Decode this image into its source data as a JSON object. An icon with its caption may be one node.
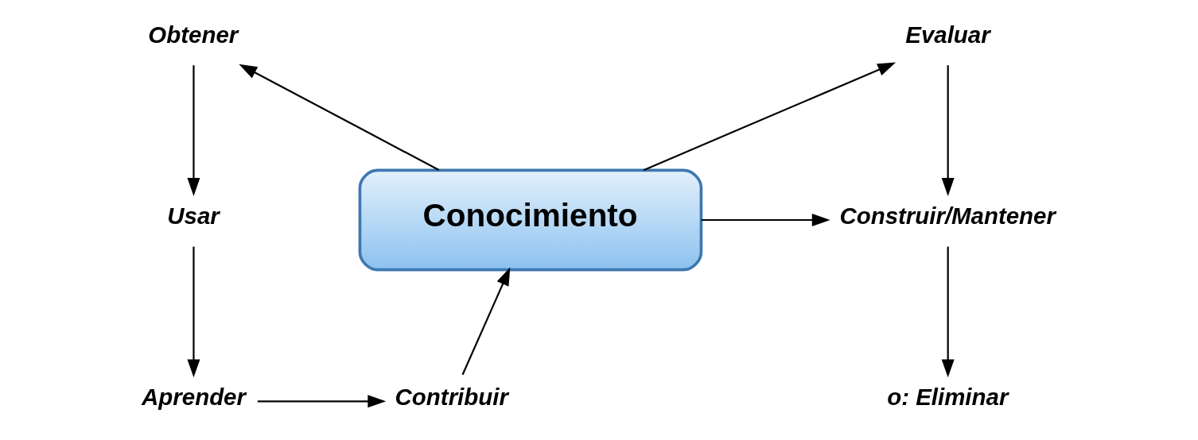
{
  "diagram": {
    "nodes": [
      {
        "text": [
          "Obtener"
        ]
      },
      {
        "text": [
          "Evaluar"
        ]
      },
      {
        "text": [
          "Usar"
        ]
      },
      {
        "text": [
          "Conocimiento"
        ]
      },
      {
        "text": [
          "Construir/Mantener"
        ]
      },
      {
        "text": [
          "Aprender"
        ]
      },
      {
        "text": [
          "Contribuir"
        ]
      },
      {
        "text": [
          "o: Eliminar"
        ]
      }
    ],
    "edges": [
      {
        "from": 3,
        "to": 0,
        "arrow": "to"
      },
      {
        "from": 3,
        "to": 1,
        "arrow": "to"
      },
      {
        "from": 0,
        "to": 2,
        "arrow": "to"
      },
      {
        "from": 1,
        "to": 4,
        "arrow": "to"
      },
      {
        "from": 3,
        "to": 4,
        "arrow": "to"
      },
      {
        "from": 2,
        "to": 5,
        "arrow": "to"
      },
      {
        "from": 5,
        "to": 6,
        "arrow": "to"
      },
      {
        "from": 6,
        "to": 3,
        "arrow": "to"
      },
      {
        "from": 4,
        "to": 7,
        "arrow": "to"
      }
    ]
  }
}
